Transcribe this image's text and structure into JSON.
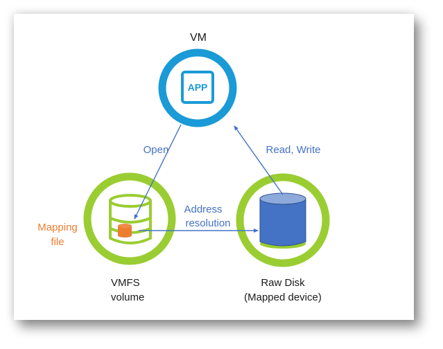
{
  "nodes": {
    "vm": {
      "label": "VM",
      "icon_text": "APP",
      "ring_color": "#1a9ad6"
    },
    "vmfs": {
      "label_line1": "VMFS",
      "label_line2": "volume",
      "ring_color": "#9acd32"
    },
    "raw_disk": {
      "label_line1": "Raw Disk",
      "label_line2": "(Mapped device)",
      "ring_color": "#9acd32",
      "disk_color": "#4472c4",
      "disk_top_color": "#8eaadb"
    }
  },
  "mapping_file": {
    "label_line1": "Mapping",
    "label_line2": "file",
    "color": "#ed7d31"
  },
  "edges": {
    "open": {
      "label": "Open"
    },
    "address_resolution": {
      "label_line1": "Address",
      "label_line2": "resolution"
    },
    "read_write": {
      "label": "Read, Write"
    }
  },
  "colors": {
    "arrow": "#4472c4",
    "text": "#1a1a1a"
  }
}
